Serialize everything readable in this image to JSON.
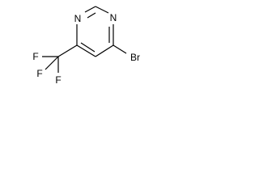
{
  "molecule": {
    "atoms": {
      "n1": "N",
      "n3": "N",
      "br": "Br",
      "f1": "F",
      "f2": "F",
      "f3": "F"
    },
    "colors": {
      "bond": "#000000",
      "label": "#000000",
      "background": "#ffffff"
    }
  }
}
